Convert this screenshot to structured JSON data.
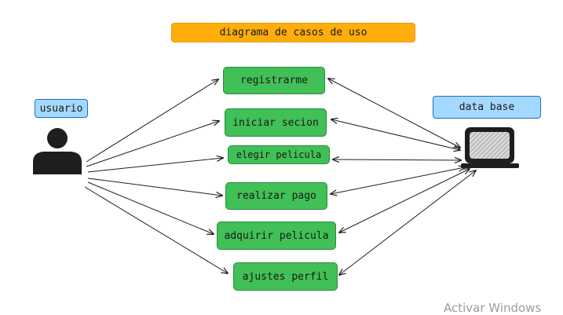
{
  "diagram": {
    "title": "diagrama de casos de uso",
    "actors": {
      "user": {
        "label": "usuario",
        "icon": "user-icon"
      },
      "database": {
        "label": "data base",
        "icon": "computer-icon"
      }
    },
    "use_cases": [
      {
        "id": "registrarme",
        "label": "registrarme"
      },
      {
        "id": "iniciar-secion",
        "label": "iniciar secion"
      },
      {
        "id": "elegir-pelicula",
        "label": "elegir pelicula"
      },
      {
        "id": "realizar-pago",
        "label": "realizar pago"
      },
      {
        "id": "adquirir-pelicula",
        "label": "adquirir pelicula"
      },
      {
        "id": "ajustes-perfil",
        "label": "ajustes perfil"
      }
    ],
    "colors": {
      "title": "#ffad0a",
      "actor_label": "#a5d8ff",
      "use_case": "#40c057",
      "stroke": "#1e1e1e"
    }
  },
  "watermark": "Activar Windows"
}
